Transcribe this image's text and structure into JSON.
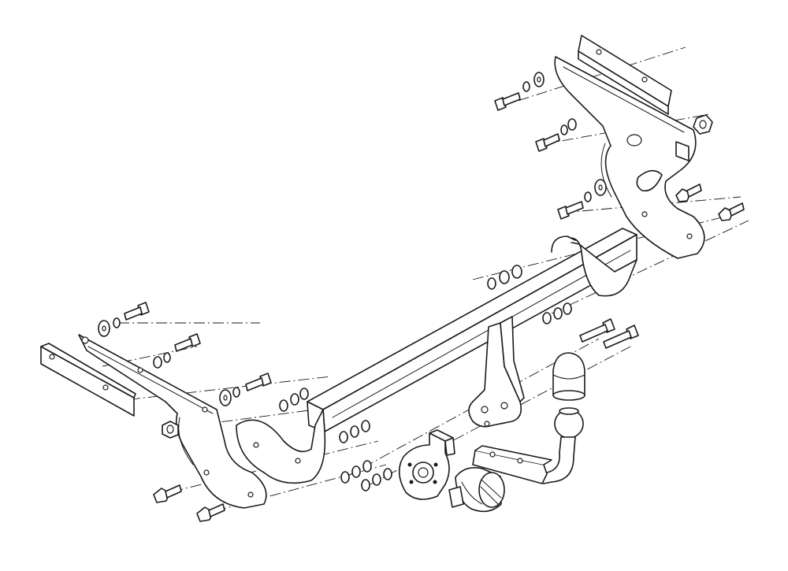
{
  "diagram": {
    "subject": "towbar-assembly-exploded-view",
    "line_color": "#1a1a1a",
    "background_color": "#ffffff",
    "parts": [
      "crossbar",
      "left-side-bracket",
      "right-side-bracket",
      "left-spacer-plate",
      "right-spacer-plate",
      "center-mounting-bracket",
      "tow-ball-neck",
      "tow-ball-cover",
      "electrical-socket-plate",
      "electrical-socket",
      "bolts",
      "washers",
      "nuts"
    ]
  }
}
